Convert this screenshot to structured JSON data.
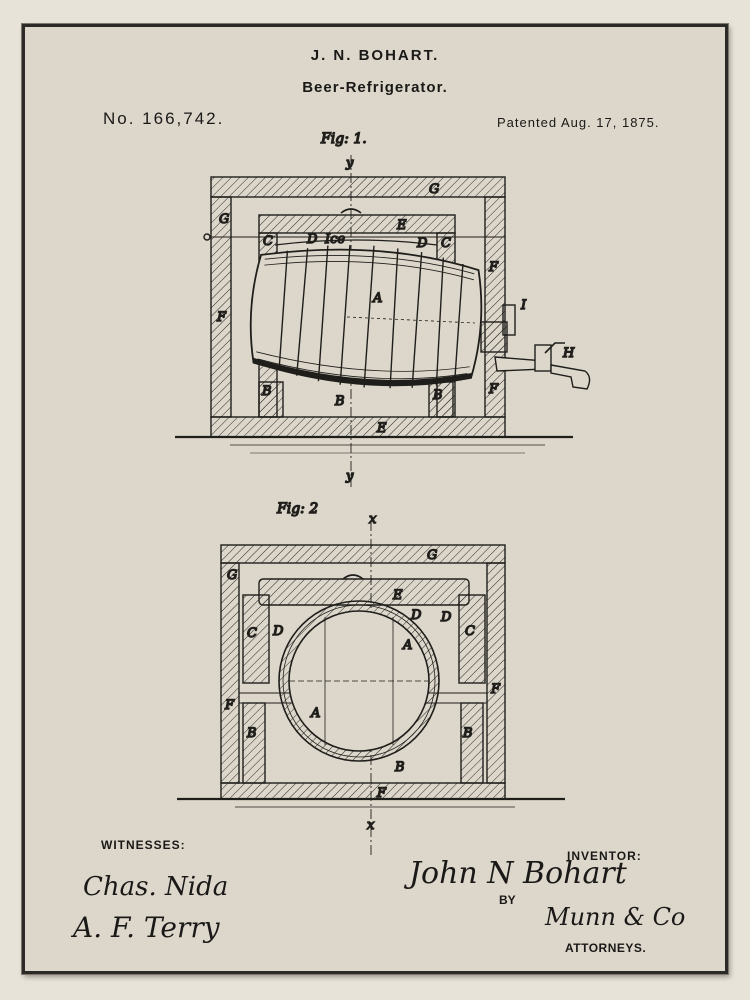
{
  "header": {
    "inventor": "J. N. BOHART.",
    "title": "Beer-Refrigerator.",
    "number": "No. 166,742.",
    "date": "Patented Aug. 17, 1875."
  },
  "figures": {
    "fig1": "Fig: 1.",
    "fig2": "Fig: 2"
  },
  "labels": {
    "fig1": {
      "A": "A",
      "B1": "B",
      "B2": "B",
      "B3": "B",
      "C1": "C",
      "C2": "C",
      "D1": "D",
      "D2": "D",
      "ice": "Ice",
      "E1": "E",
      "E2": "E",
      "F1": "F",
      "F2": "F",
      "F3": "F",
      "G1": "G",
      "G2": "G",
      "H": "H",
      "I": "I",
      "y1": "y",
      "y2": "y"
    },
    "fig2": {
      "A1": "A",
      "A2": "A",
      "B1": "B",
      "B2": "B",
      "B3": "B",
      "C1": "C",
      "C2": "C",
      "D1": "D",
      "D2": "D",
      "D3": "D",
      "E": "E",
      "F1": "F",
      "F2": "F",
      "F3": "F",
      "G1": "G",
      "G2": "G",
      "x1": "x",
      "x2": "x"
    }
  },
  "footer": {
    "witnesses_label": "WITNESSES:",
    "witness1": "Chas. Nida",
    "witness2": "A. F. Terry",
    "inventor_label": "INVENTOR:",
    "inventor_signature": "John N Bohart",
    "by_label": "BY",
    "attorney_signature": "Munn & Co",
    "attorneys_label": "ATTORNEYS."
  }
}
